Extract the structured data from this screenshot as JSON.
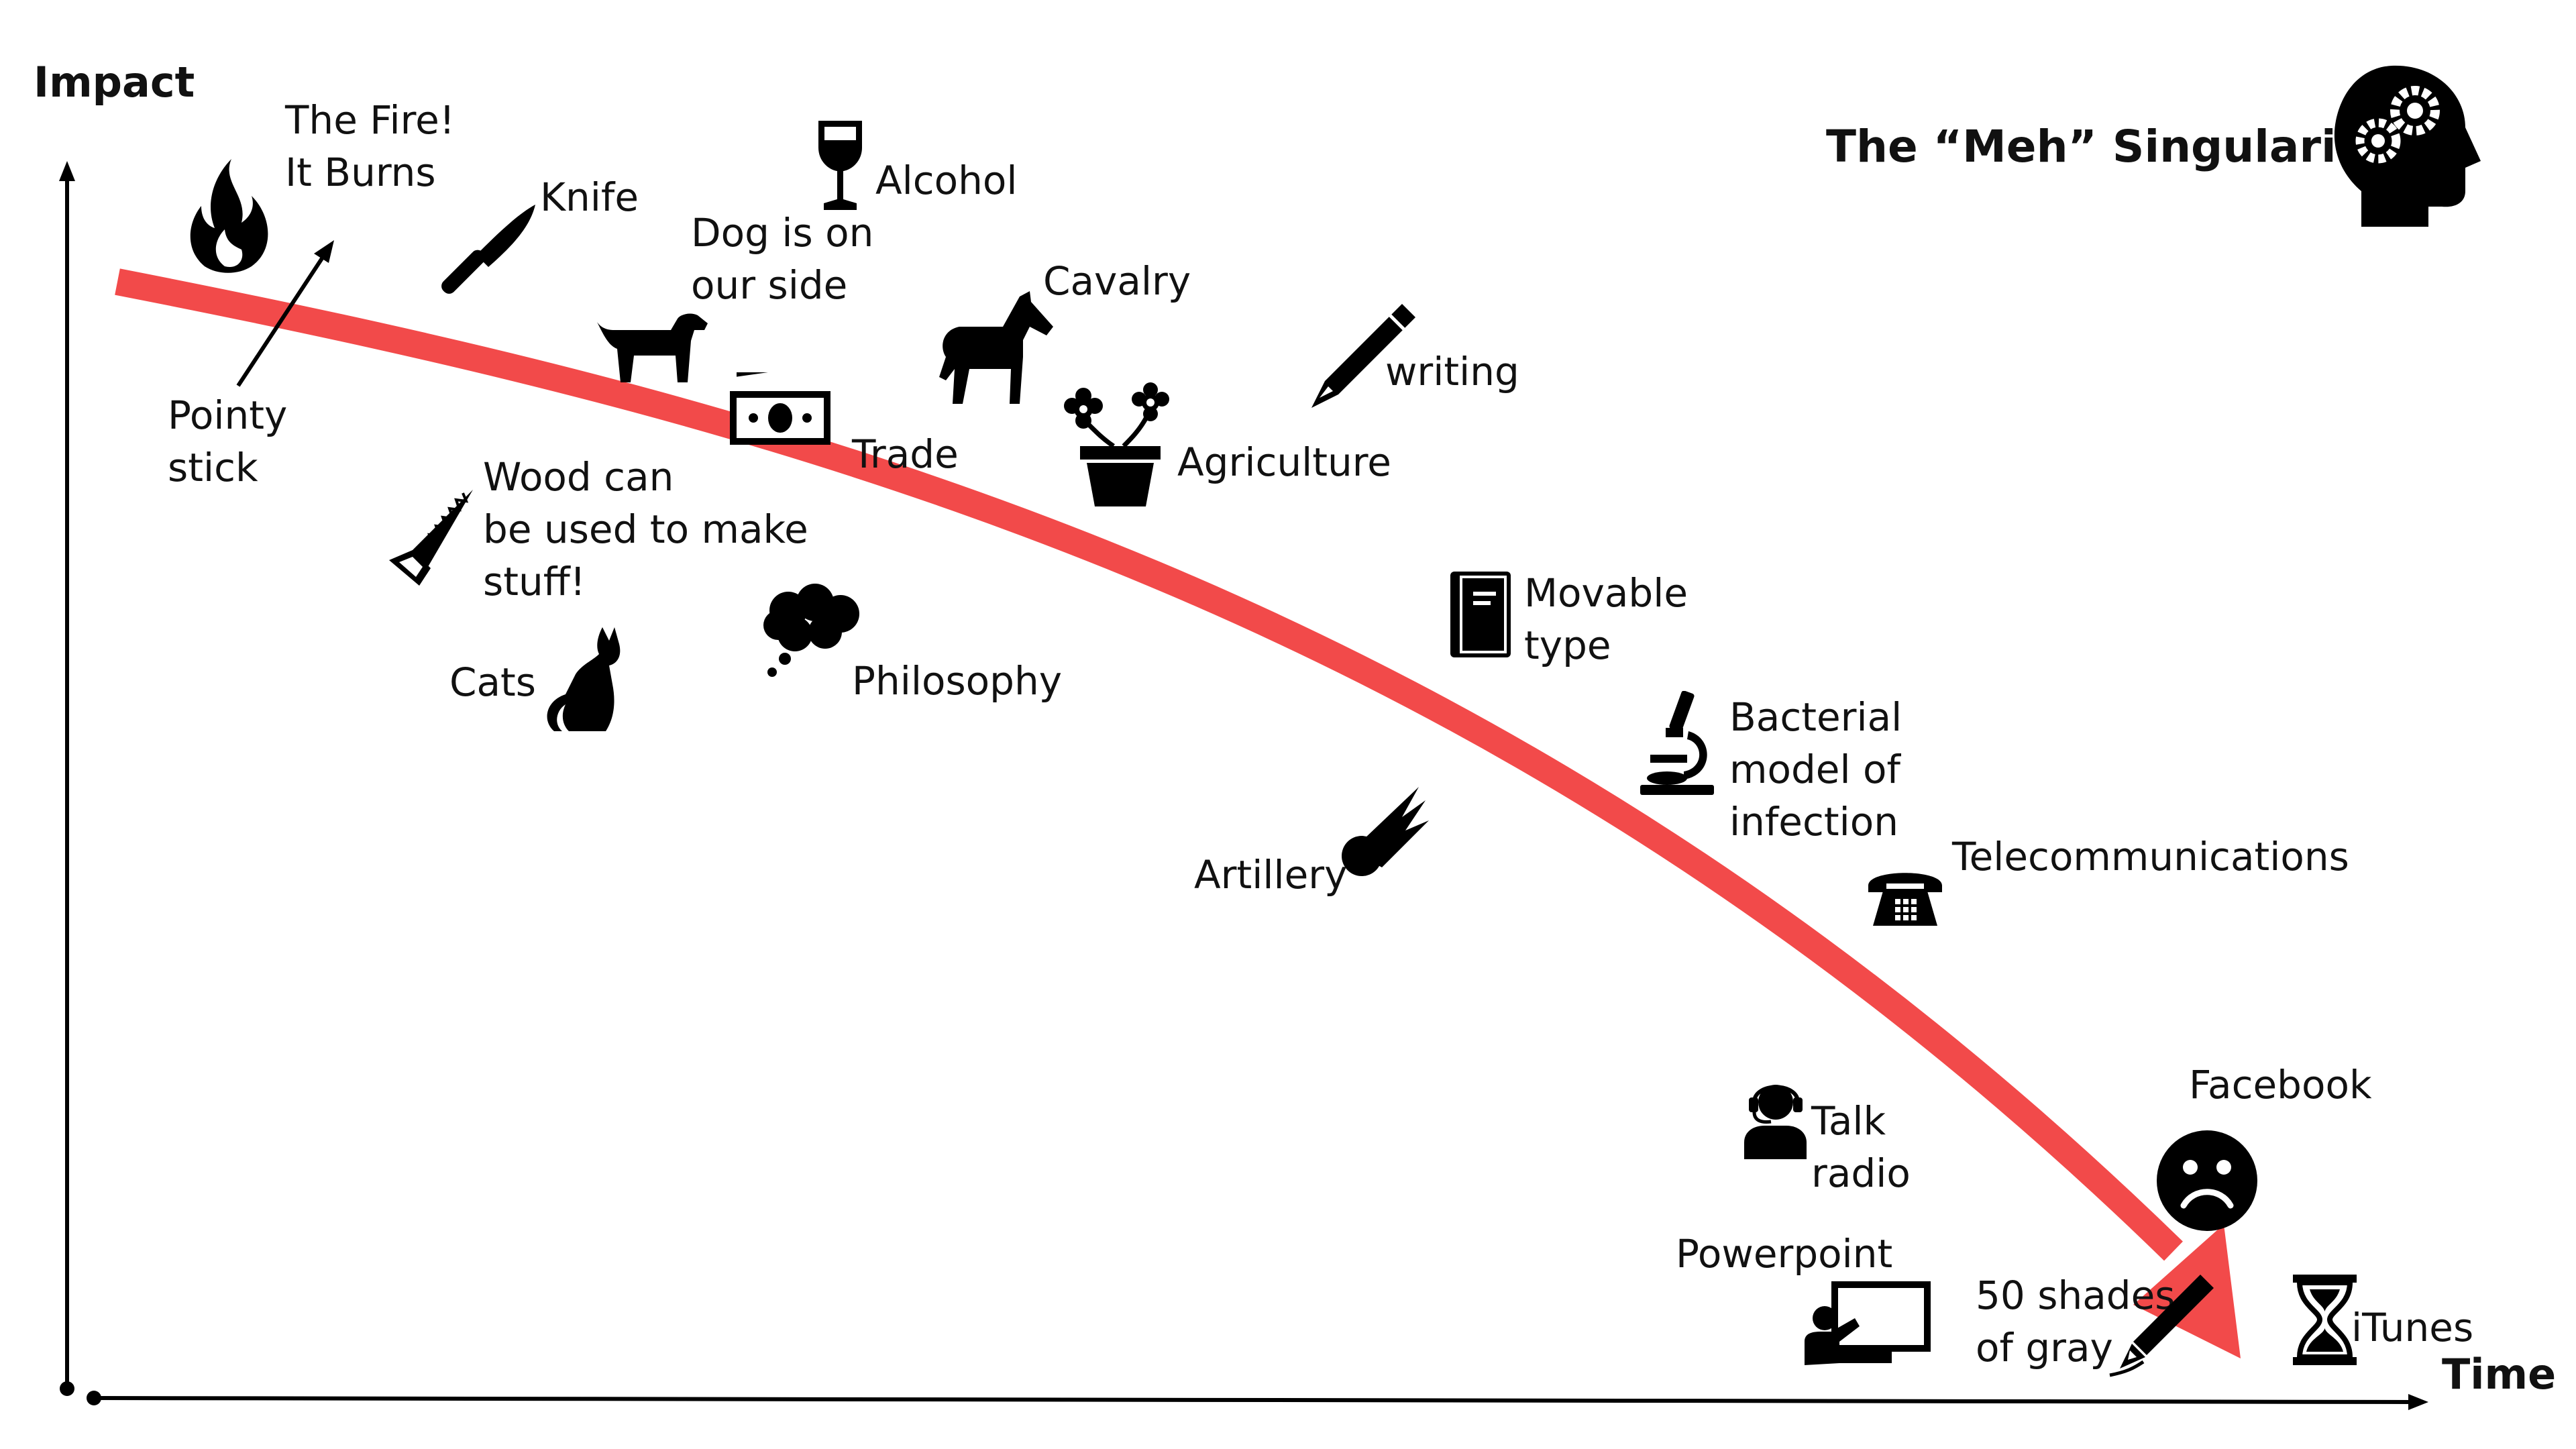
{
  "axes": {
    "y_label": "Impact",
    "x_label": "Time"
  },
  "title": "The “Meh” Singularity",
  "colors": {
    "curve": "#f24a4a",
    "ink": "#000000"
  },
  "events": [
    {
      "id": "fire",
      "icon": "fire-icon",
      "lines": [
        "The Fire!",
        "It Burns"
      ]
    },
    {
      "id": "pointy-stick",
      "icon": "arrow-icon",
      "lines": [
        "Pointy",
        "stick"
      ]
    },
    {
      "id": "knife",
      "icon": "knife-icon",
      "lines": [
        "Knife"
      ]
    },
    {
      "id": "dog",
      "icon": "dog-icon",
      "lines": [
        "Dog is on",
        "our side"
      ]
    },
    {
      "id": "alcohol",
      "icon": "wine-glass-icon",
      "lines": [
        "Alcohol"
      ]
    },
    {
      "id": "cavalry",
      "icon": "horse-icon",
      "lines": [
        "Cavalry"
      ]
    },
    {
      "id": "trade",
      "icon": "money-icon",
      "lines": [
        "Trade"
      ]
    },
    {
      "id": "agriculture",
      "icon": "flower-pot-icon",
      "lines": [
        "Agriculture"
      ]
    },
    {
      "id": "writing",
      "icon": "pencil-icon",
      "lines": [
        "writing"
      ]
    },
    {
      "id": "wood",
      "icon": "saw-icon",
      "lines": [
        "Wood can",
        "be used to make",
        "stuff!"
      ]
    },
    {
      "id": "cats",
      "icon": "cat-icon",
      "lines": [
        "Cats"
      ]
    },
    {
      "id": "philosophy",
      "icon": "thought-cloud-icon",
      "lines": [
        "Philosophy"
      ]
    },
    {
      "id": "movable-type",
      "icon": "book-icon",
      "lines": [
        "Movable",
        "type"
      ]
    },
    {
      "id": "bacterial",
      "icon": "microscope-icon",
      "lines": [
        "Bacterial",
        "model of",
        "infection"
      ]
    },
    {
      "id": "artillery",
      "icon": "comet-icon",
      "lines": [
        "Artillery"
      ]
    },
    {
      "id": "telecom",
      "icon": "telephone-icon",
      "lines": [
        "Telecommunications"
      ]
    },
    {
      "id": "talk-radio",
      "icon": "headset-person-icon",
      "lines": [
        "Talk",
        "radio"
      ]
    },
    {
      "id": "facebook",
      "icon": "sad-face-icon",
      "lines": [
        "Facebook"
      ]
    },
    {
      "id": "powerpoint",
      "icon": "presentation-icon",
      "lines": [
        "Powerpoint"
      ]
    },
    {
      "id": "fifty-shades",
      "icon": "pen-icon",
      "lines": [
        "50 shades",
        "of gray"
      ]
    },
    {
      "id": "itunes",
      "icon": "hourglass-icon",
      "lines": [
        "iTunes"
      ]
    }
  ]
}
